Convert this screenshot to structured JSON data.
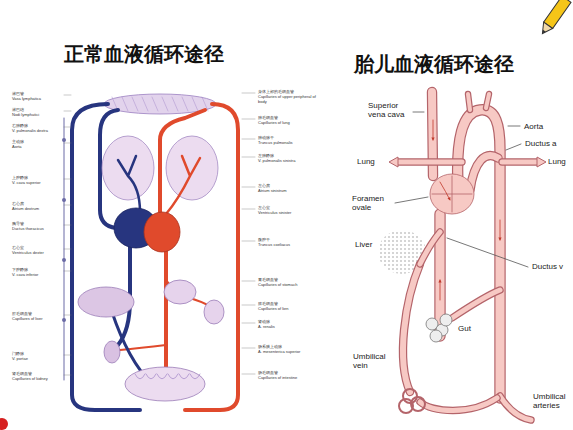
{
  "diagram": {
    "nodes": [
      {
        "text": [
          "正常血液循环途径"
        ]
      },
      {
        "text": [
          "胎儿血液循环途径"
        ]
      }
    ],
    "labels": [
      "淋巴管",
      "Vasa lymphatica",
      "淋巴结",
      "Nodi lymphatici",
      "右肺静脉",
      "V. pulmonalis dextra",
      "主动脉",
      "Aorta",
      "上腔静脉",
      "V. cava superior",
      "右心房",
      "Atrium dextrum",
      "胸导管",
      "Ductus thoracicus",
      "右心室",
      "Ventriculus dexter",
      "下腔静脉",
      "V. cava inferior",
      "肝毛细血管",
      "Capillares of liver",
      "门静脉",
      "V. portae",
      "肾毛细血管",
      "Capillaries of kidney",
      "身体上部的毛细血管",
      "Capillaries of upper peripheral of body",
      "肺毛细血管",
      "Capillaries of lung",
      "肺动脉干",
      "Truncus pulmonalis",
      "左肺静脉",
      "V. pulmonalis sinistra",
      "左心房",
      "Atrium sinistrum",
      "左心室",
      "Ventriculus sinister",
      "腹腔干",
      "Truncus coeliacus",
      "胃毛细血管",
      "Capillaries of stomach",
      "脾毛细血管",
      "Capillaries of lien",
      "肾动脉",
      "A. renalis",
      "肠系膜上动脉",
      "A. mesenterica superior",
      "肠毛细血管",
      "Capillaries of intestine",
      "Superior vena cava",
      "Aorta",
      "Ductus a",
      "Lung",
      "Lung",
      "Foramen ovale",
      "Liver",
      "Ductus v",
      "Gut",
      "Umbilical vein",
      "Umbilical arteries"
    ]
  }
}
